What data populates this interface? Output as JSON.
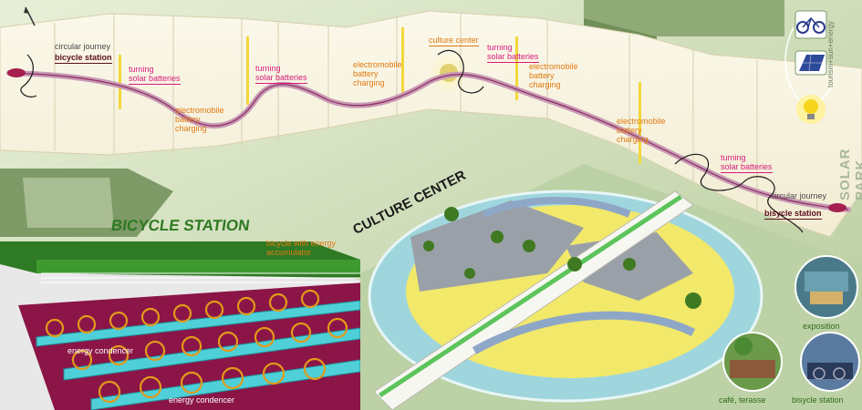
{
  "project": {
    "title": "SOLAR PARK SOUTH",
    "subtitle": "tourism+sun+energy"
  },
  "route_labels": {
    "circular_journey_left": "circular journey",
    "bicycle_station_left": "bicycle station",
    "turning_solar_1": "turning\nsolar batteries",
    "turning_solar_2": "turning\nsolar batteries",
    "turning_solar_3": "turning\nsolar batteries",
    "turning_solar_4": "turning\nsolar batteries",
    "electromobile_1": "electromobile\nbattery\ncharging",
    "electromobile_2": "electromobile\nbattery\ncharging",
    "electromobile_3": "electromobile\nbattery\ncharging",
    "electromobile_4": "electromobile\nbattery\ncharging",
    "culture_center": "culture center",
    "circular_journey_right": "circular journey",
    "bicycle_station_right": "bisycle station"
  },
  "sections": {
    "bicycle_station": "BICYCLE STATION",
    "culture_center": "CULTURE CENTER"
  },
  "bicycle_labels": {
    "bike_accumulator": "bicycle with energy\naccumulator",
    "condencer_1": "energy condencer",
    "condencer_2": "energy condencer"
  },
  "photos": {
    "exposition": "exposition",
    "cafe": "café, terasse",
    "bisycle_station": "bisycle station"
  },
  "icons": [
    "bicycle-icon",
    "solar-panel-icon",
    "light-bulb-icon",
    "compass-north-icon"
  ],
  "colors": {
    "route_pink": "#d81a7e",
    "label_orange": "#e07a12",
    "magenta_floor": "#8b1547",
    "green_roof": "#2f7a24",
    "grass": "#c9d9b4"
  }
}
